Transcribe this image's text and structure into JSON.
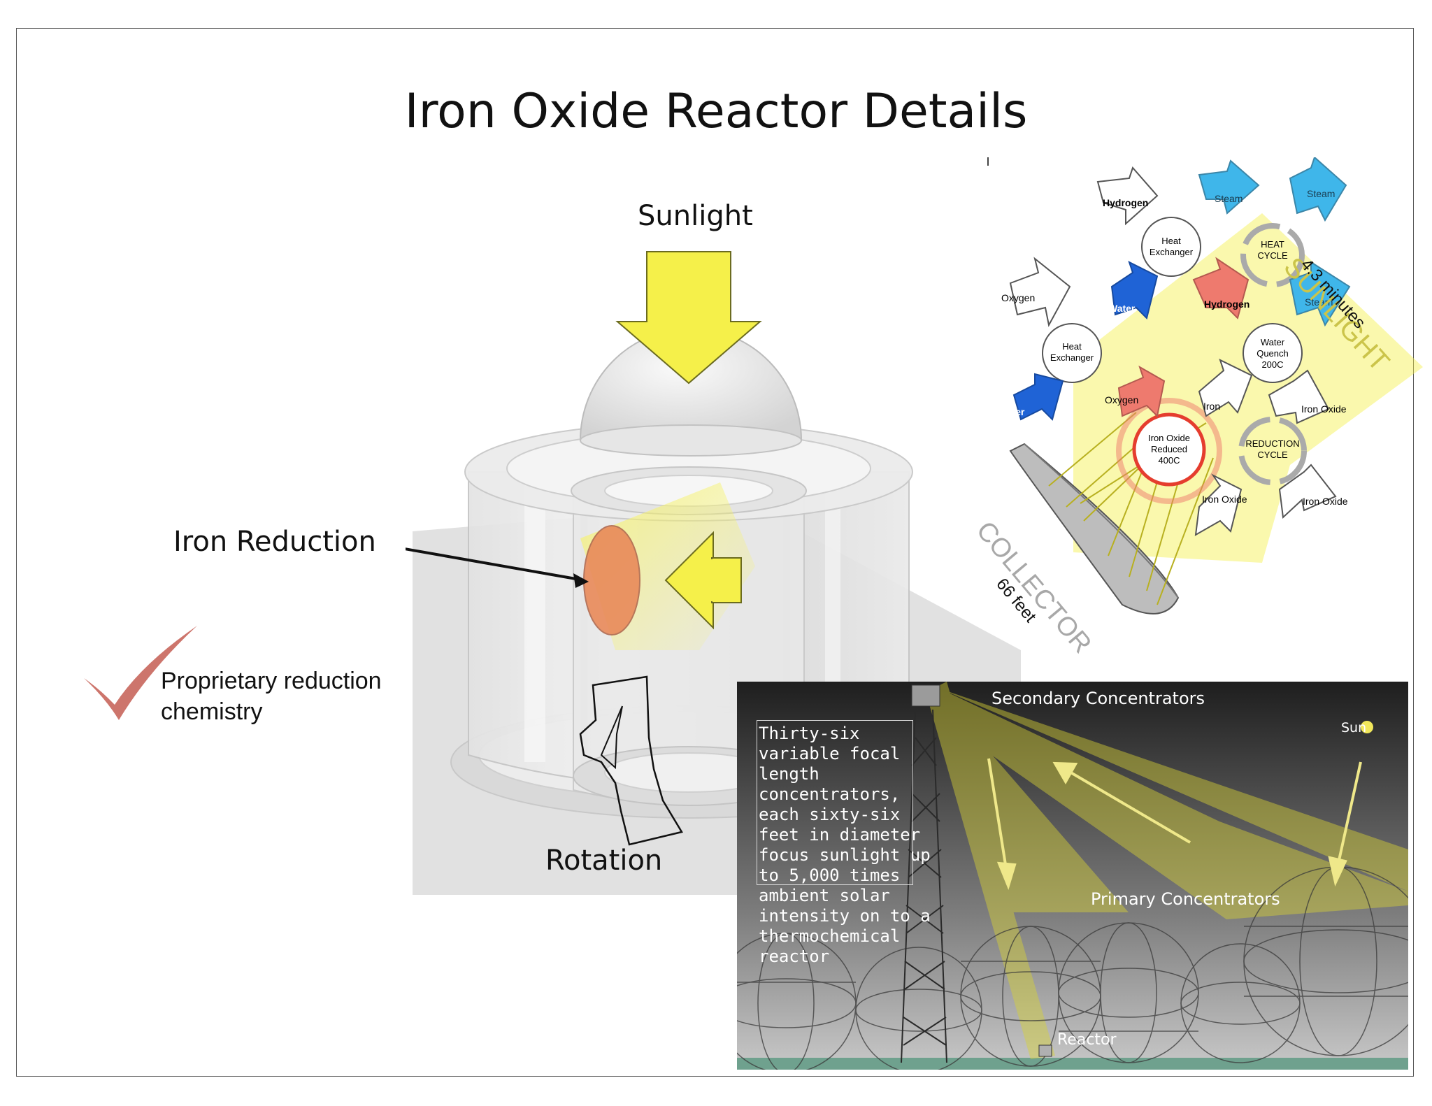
{
  "slide": {
    "title": "Iron Oxide Reactor Details"
  },
  "reactor": {
    "sunlight_label": "Sunlight",
    "iron_reduction_label": "Iron Reduction",
    "rotation_label": "Rotation"
  },
  "note": {
    "line1": "Proprietary reduction",
    "line2": "chemistry"
  },
  "cycle_diagram": {
    "arrows": {
      "hydrogen_top": "Hydrogen",
      "steam_1": "Steam",
      "steam_2": "Steam",
      "steam_3": "Steam",
      "oxygen_left": "Oxygen",
      "water_1": "Water",
      "hydrogen_red": "Hydrogen",
      "water_2": "Water",
      "oxygen_red": "Oxygen",
      "iron": "Iron",
      "iron_oxide_1": "Iron Oxide",
      "iron_oxide_2": "Iron Oxide",
      "iron_oxide_3": "Iron Oxide"
    },
    "nodes": {
      "heat_exchanger_top": [
        "Heat",
        "Exchanger"
      ],
      "heat_exchanger_left": [
        "Heat",
        "Exchanger"
      ],
      "water_quench": [
        "Water",
        "Quench",
        "200C"
      ],
      "iron_oxide_reduced": [
        "Iron Oxide",
        "Reduced",
        "400C"
      ],
      "heat_cycle": [
        "HEAT",
        "CYCLE"
      ],
      "reduction_cycle": [
        "REDUCTION",
        "CYCLE"
      ]
    },
    "sunlight_label": "SUNLIGHT",
    "time_label": "4.3 minutes",
    "collector_label": "COLLECTOR",
    "collector_size": "66 feet"
  },
  "photo": {
    "secondary_label": "Secondary Concentrators",
    "sun_label": "Sun",
    "primary_label": "Primary Concentrators",
    "reactor_label": "Reactor",
    "description_lines": [
      "Thirty-six",
      "variable focal",
      "length",
      "concentrators,",
      "each sixty-six",
      "feet in diameter",
      "focus sunlight up",
      "to 5,000 times",
      "ambient solar",
      "intensity on to a",
      "thermochemical",
      "reactor"
    ]
  },
  "colors": {
    "sunlight_yellow": "#f5f04a",
    "check_red": "#c9695f",
    "hot_orange": "#e98a5a",
    "water_blue": "#1f63d6",
    "steam_blue": "#3fb6ea",
    "hot_red": "#ee7a6e"
  }
}
